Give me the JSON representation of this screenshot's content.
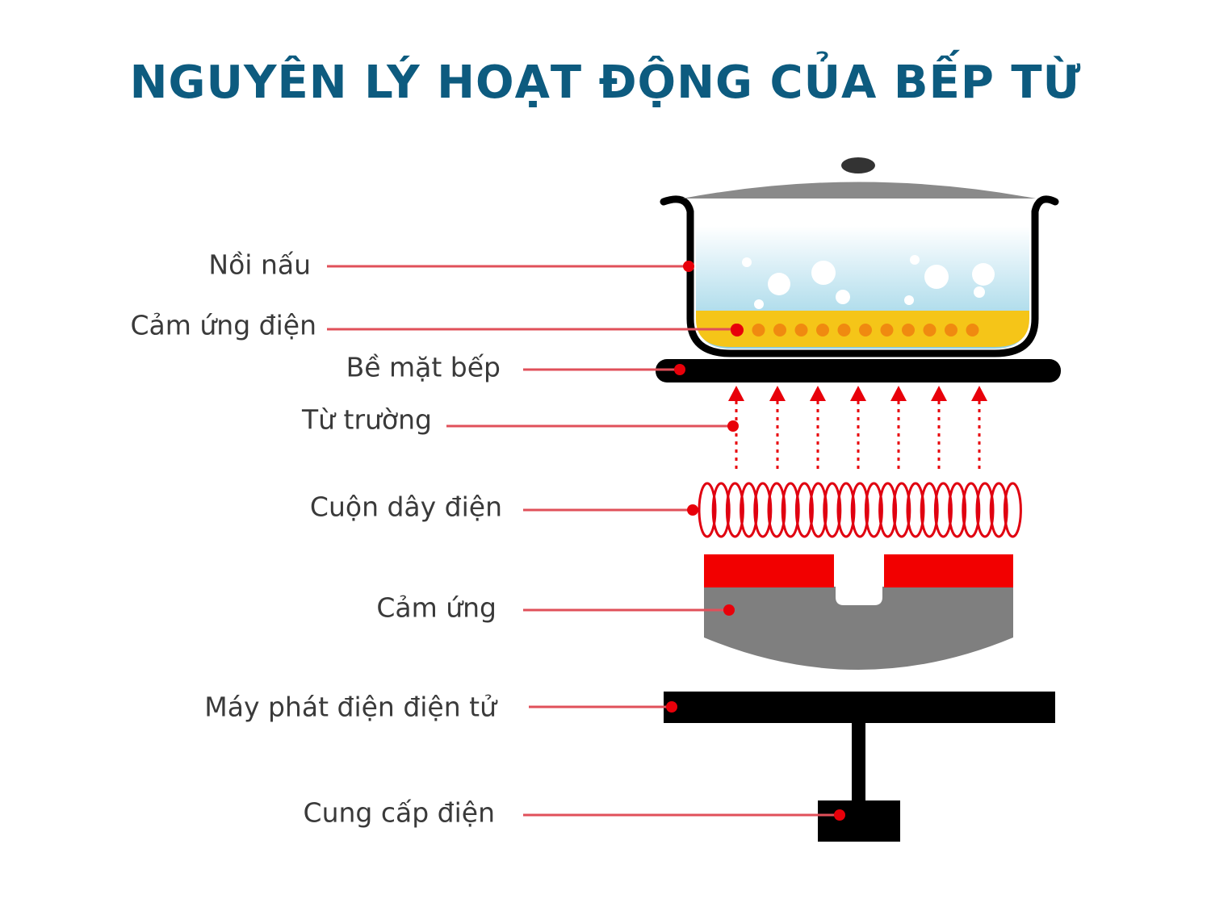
{
  "title": "NGUYÊN LÝ HOẠT ĐỘNG CỦA BẾP TỪ",
  "labels": {
    "pot": "Nồi nấu",
    "induction_layer": "Cảm ứng điện",
    "cooktop_surface": "Bề mặt bếp",
    "magnetic_field": "Từ trường",
    "coil": "Cuộn dây điện",
    "induction_core": "Cảm ứng",
    "generator": "Máy phát điện điện tử",
    "power_supply": "Cung cấp điện"
  },
  "colors": {
    "title": "#0d5b7f",
    "leader": "#e0505a",
    "red": "#e8000a",
    "gray": "#7f7f7f",
    "yellow": "#f5c518"
  }
}
